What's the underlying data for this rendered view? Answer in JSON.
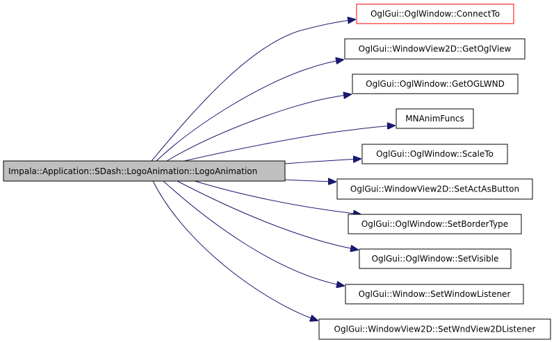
{
  "graph": {
    "source": {
      "label": "Impala::Application::SDash::LogoAnimation::LogoAnimation",
      "fill": "#bfbfbf",
      "border": "#000000"
    },
    "edge_color": "#191970",
    "targets": [
      {
        "id": "connectto",
        "label": "OglGui::OglWindow::ConnectTo",
        "border": "#ff0000"
      },
      {
        "id": "getoglview",
        "label": "OglGui::WindowView2D::GetOglView",
        "border": "#000000"
      },
      {
        "id": "getoglwnd",
        "label": "OglGui::OglWindow::GetOGLWND",
        "border": "#000000"
      },
      {
        "id": "mnanimfuncs",
        "label": "MNAnimFuncs",
        "border": "#000000"
      },
      {
        "id": "scaleto",
        "label": "OglGui::OglWindow::ScaleTo",
        "border": "#000000"
      },
      {
        "id": "setactasbutton",
        "label": "OglGui::WindowView2D::SetActAsButton",
        "border": "#000000"
      },
      {
        "id": "setbordertype",
        "label": "OglGui::OglWindow::SetBorderType",
        "border": "#000000"
      },
      {
        "id": "setvisible",
        "label": "OglGui::OglWindow::SetVisible",
        "border": "#000000"
      },
      {
        "id": "setwindowlistener",
        "label": "OglGui::Window::SetWindowListener",
        "border": "#000000"
      },
      {
        "id": "setwndview2dlistener",
        "label": "OglGui::WindowView2D::SetWndView2DListener",
        "border": "#000000"
      }
    ]
  }
}
